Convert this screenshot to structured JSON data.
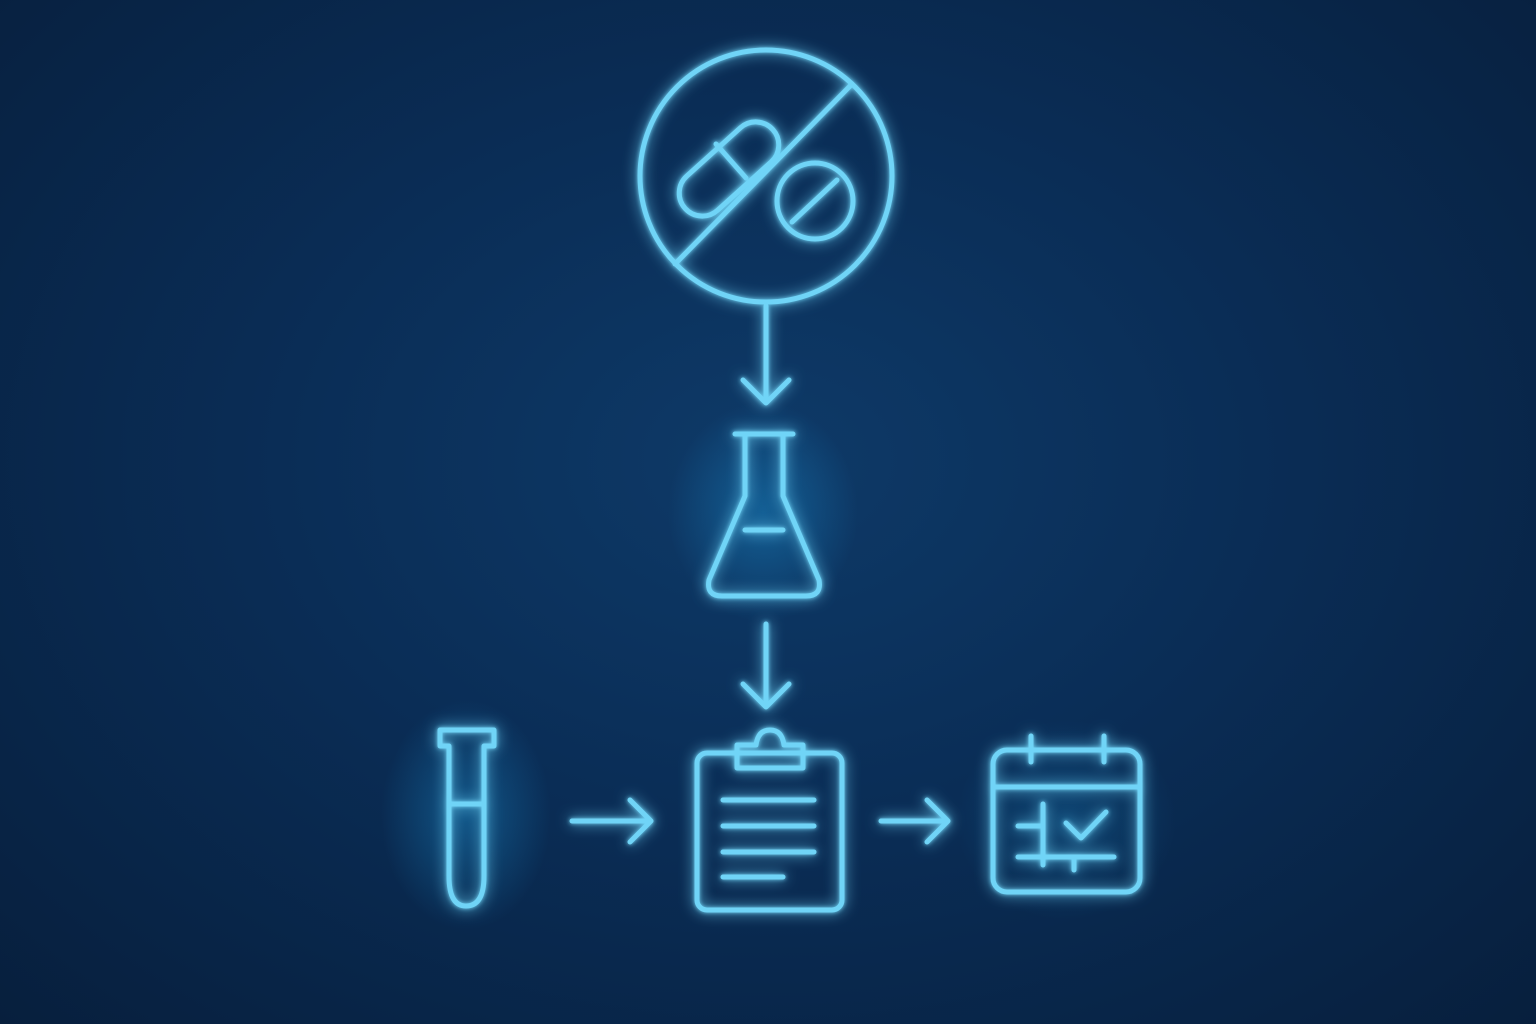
{
  "diagram": {
    "stroke_color": "#6fd4f7",
    "glow_color": "#1fa8ee",
    "background_color": "#0b2c55",
    "nodes": [
      {
        "id": "no-medication",
        "icon": "no-pills-icon"
      },
      {
        "id": "lab-flask",
        "icon": "flask-icon"
      },
      {
        "id": "test-tube",
        "icon": "test-tube-icon"
      },
      {
        "id": "clipboard",
        "icon": "clipboard-icon"
      },
      {
        "id": "calendar",
        "icon": "calendar-check-icon"
      }
    ],
    "edges": [
      {
        "from": "no-medication",
        "to": "lab-flask"
      },
      {
        "from": "lab-flask",
        "to": "clipboard"
      },
      {
        "from": "test-tube",
        "to": "clipboard"
      },
      {
        "from": "clipboard",
        "to": "calendar"
      }
    ]
  }
}
